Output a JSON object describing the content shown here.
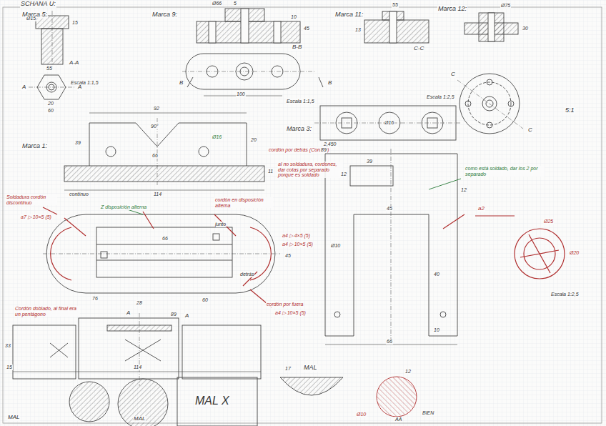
{
  "diagram": {
    "title": "SCHANA U:",
    "labels": [
      "Marca 5:",
      "Ø15",
      "15",
      "55",
      "A-A",
      "Escala 1:1,5",
      "A",
      "A",
      "20",
      "60",
      "Marca 9:",
      "Ø66",
      "5",
      "10",
      "45",
      "B-B",
      "B",
      "B",
      "100",
      "Escala 1:1,5",
      "Marca 11:",
      "55",
      "13",
      "C-C",
      "Marca 12:",
      "Ø75",
      "30",
      "C",
      "C",
      "Escala 1:2,5",
      "5:1",
      "Marca 3:",
      "Ø16",
      "2,450",
      "Marca 1:",
      "92",
      "90°",
      "66",
      "39",
      "20",
      "Ø16",
      "cordón por detrás (Cordón)",
      "114",
      "11",
      "al no soldadura, cordones, dar cotas por separado porque es soldado",
      "Soldadura cordón discontinuo",
      "contínuo",
      "a7 ▷ 10×5 (5)",
      "Z disposición alterna",
      "cordón en disposición alterna",
      "junto",
      "detrás",
      "66",
      "45",
      "a4 ▷ 4×5 (5)",
      "a4 ▷ 10×5 (5)",
      "cordón por fuera",
      "a4 ▷ 10×5 (5)",
      "Cordón doblado, al final era un pentágono",
      "76",
      "28",
      "89",
      "60",
      "A",
      "A",
      "114",
      "33",
      "15",
      "MAL",
      "MAL",
      "MAL X",
      "MAL",
      "17",
      "12",
      "Ø10",
      "AA",
      "BIEN",
      "89",
      "39",
      "12",
      "45",
      "Ø10",
      "40",
      "66",
      "10",
      "12",
      "a2",
      "como está soldado, dar los 2 por separado",
      "Ø25",
      "Ø20",
      "Escala 1:2,5"
    ]
  }
}
